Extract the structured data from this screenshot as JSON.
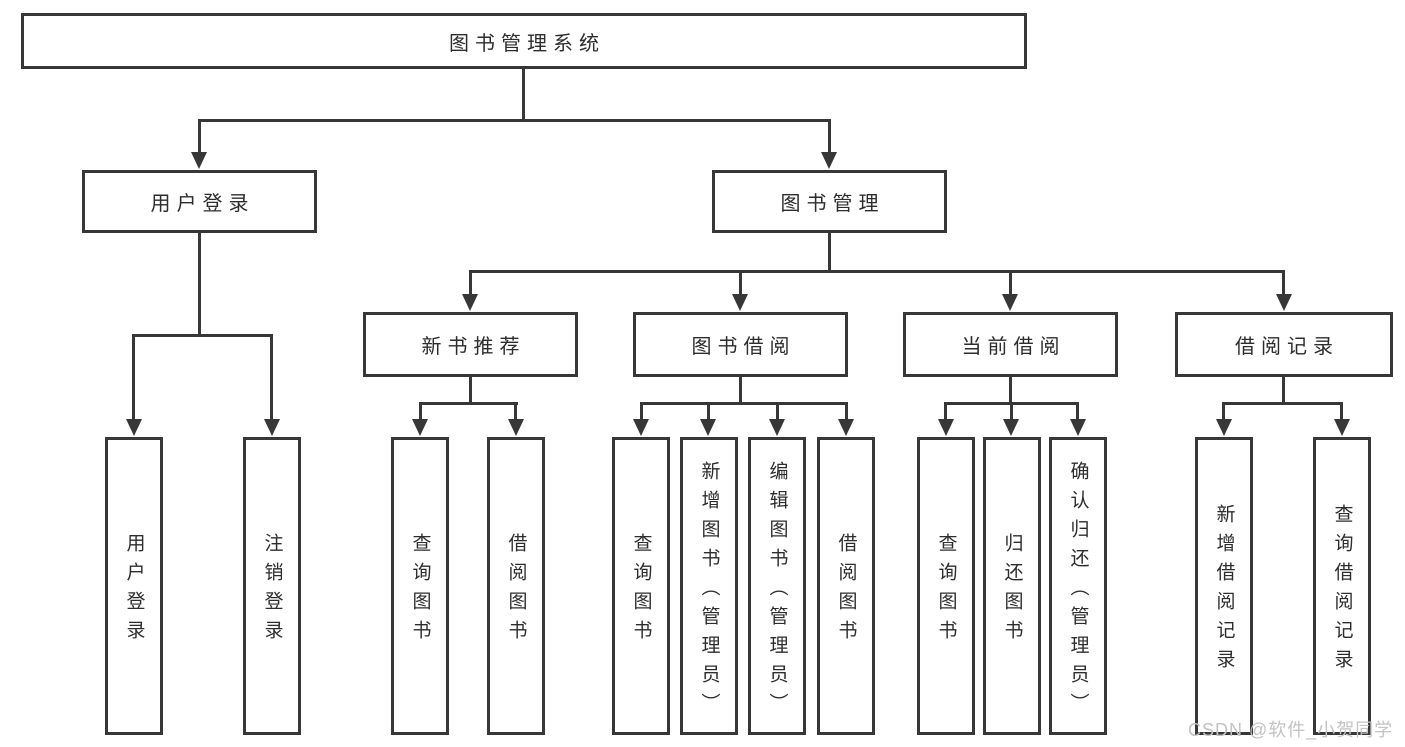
{
  "diagram_type": "hierarchy-tree",
  "colors": {
    "line": "#373737",
    "box_background": "#ffffff",
    "text": "#2d2d2d",
    "watermark": "#c3c3c3"
  },
  "tree": {
    "root": {
      "label": "图书管理系统",
      "children": [
        {
          "label": "用户登录",
          "children": [
            {
              "label": "用户登录"
            },
            {
              "label": "注销登录"
            }
          ]
        },
        {
          "label": "图书管理",
          "children": [
            {
              "label": "新书推荐",
              "children": [
                {
                  "label": "查询图书"
                },
                {
                  "label": "借阅图书"
                }
              ]
            },
            {
              "label": "图书借阅",
              "children": [
                {
                  "label": "查询图书"
                },
                {
                  "label": "新增图书（管理员）"
                },
                {
                  "label": "编辑图书（管理员）"
                },
                {
                  "label": "借阅图书"
                }
              ]
            },
            {
              "label": "当前借阅",
              "children": [
                {
                  "label": "查询图书"
                },
                {
                  "label": "归还图书"
                },
                {
                  "label": "确认归还（管理员）"
                }
              ]
            },
            {
              "label": "借阅记录",
              "children": [
                {
                  "label": "新增借阅记录"
                },
                {
                  "label": "查询借阅记录"
                }
              ]
            }
          ]
        }
      ]
    }
  },
  "watermark": {
    "text": "CSDN @软件_小贺同学"
  }
}
